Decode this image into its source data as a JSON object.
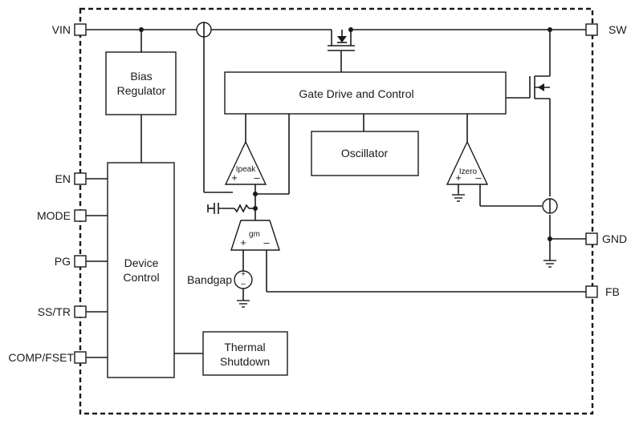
{
  "pins": {
    "vin": "VIN",
    "en": "EN",
    "mode": "MODE",
    "pg": "PG",
    "ss_tr": "SS/TR",
    "comp_fset": "COMP/FSET",
    "sw": "SW",
    "gnd": "GND",
    "fb": "FB"
  },
  "blocks": {
    "bias_regulator": [
      "Bias",
      "Regulator"
    ],
    "device_control": [
      "Device",
      "Control"
    ],
    "thermal_shutdown": [
      "Thermal",
      "Shutdown"
    ],
    "gate_drive": "Gate Drive and Control",
    "oscillator": "Oscillator"
  },
  "amplifiers": {
    "ipeak": "Ipeak",
    "izero": "Izero",
    "gm": "gm"
  },
  "signs": {
    "plus": "+",
    "minus": "–"
  },
  "bandgap": "Bandgap"
}
